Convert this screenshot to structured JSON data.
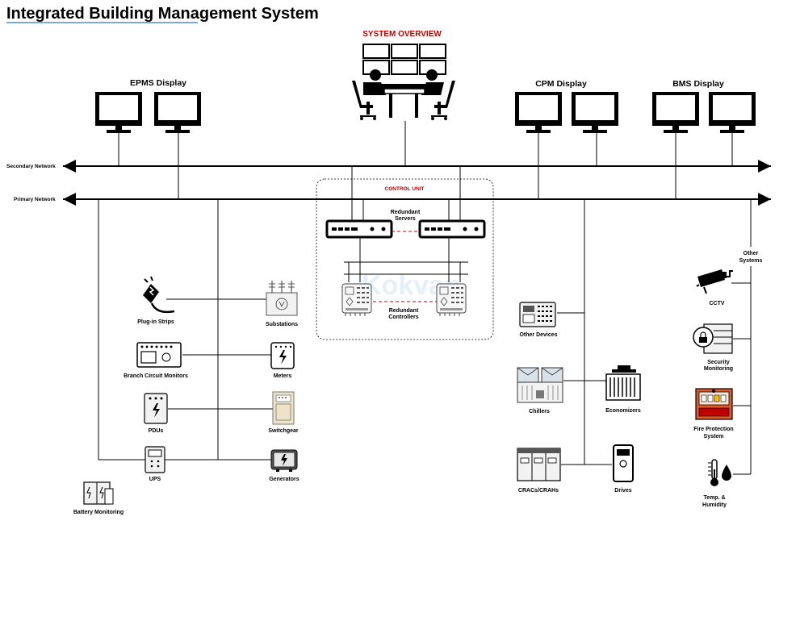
{
  "title": "Integrated Building Management System",
  "system_overview": "SYSTEM OVERVIEW",
  "displays": {
    "epms": "EPMS Display",
    "cpm": "CPM Display",
    "bms": "BMS Display"
  },
  "networks": {
    "secondary": "Secondary Network",
    "primary": "Primary Network"
  },
  "control_unit": {
    "title": "CONTROL UNIT",
    "servers_line1": "Redundant",
    "servers_line2": "Servers",
    "controllers_line1": "Redundant",
    "controllers_line2": "Controllers",
    "watermark": "Kokvan"
  },
  "power": {
    "plug_in_strips": "Plug-in Strips",
    "branch_circuit_monitors": "Branch Circuit Monitors",
    "pdus": "PDUs",
    "ups": "UPS",
    "battery_monitoring": "Battery Monitoring",
    "substations": "Substations",
    "meters": "Meters",
    "switchgear": "Switchgear",
    "generators": "Generators"
  },
  "cooling": {
    "other_devices": "Other Devices",
    "chillers": "Chillers",
    "economizers": "Economizers",
    "cracs": "CRACs/CRAHs",
    "drives": "Drives"
  },
  "other_systems": {
    "header_line1": "Other",
    "header_line2": "Systems",
    "cctv": "CCTV",
    "security_line1": "Security",
    "security_line2": "Monitoring",
    "fire_line1": "Fire Protection",
    "fire_line2": "System",
    "temp_line1": "Temp. &",
    "temp_line2": "Humidity"
  },
  "colors": {
    "accent_red": "#c00000",
    "title_underline": "#2e75b6",
    "device_fill": "#f2f2f2",
    "switchgear_fill": "#ede4c8",
    "fire_fill": "#e05a2b"
  }
}
